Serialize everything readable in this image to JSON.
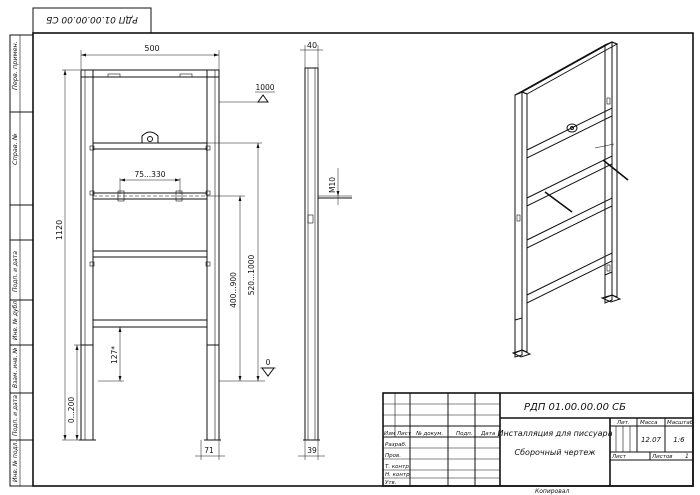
{
  "stamp_top": "РДП 01.00.00.00 СБ",
  "left_strip": [
    "Перв. примен.",
    "Справ. №",
    "Подп. и дата",
    "Инв. № дубл.",
    "Взам. инв. №",
    "Подп. и дата",
    "Инв. № подл."
  ],
  "dims": {
    "width_top": "500",
    "side_width": "40",
    "level_1000": "1000",
    "range_75_330": "75...330",
    "thread": "M10",
    "height_1120": "1120",
    "range_400_900": "400...900",
    "range_520_1000": "520...1000",
    "level_0": "0",
    "dim_127": "127*",
    "range_0_200": "0...200",
    "foot_71": "71",
    "foot_39": "39"
  },
  "title_block": {
    "designation": "РДП 01.00.00.00 СБ",
    "name": "Инсталляция для писсуара",
    "doc_type": "Сборочный чертеж",
    "headers": {
      "izm": "Изм",
      "list": "Лист",
      "doc": "№ докум.",
      "sign": "Подп.",
      "date": "Дата"
    },
    "rows": [
      "Разраб.",
      "Пров.",
      "Т. контр.",
      "Н. контр.",
      "Утв."
    ],
    "lit_label": "Лит.",
    "mass_label": "Масса",
    "scale_label": "Масштаб",
    "mass": "12.07",
    "scale": "1:6",
    "sheet_label": "Лист",
    "sheets_label": "Листов",
    "sheets_count": "1"
  },
  "footer": "Копировал"
}
